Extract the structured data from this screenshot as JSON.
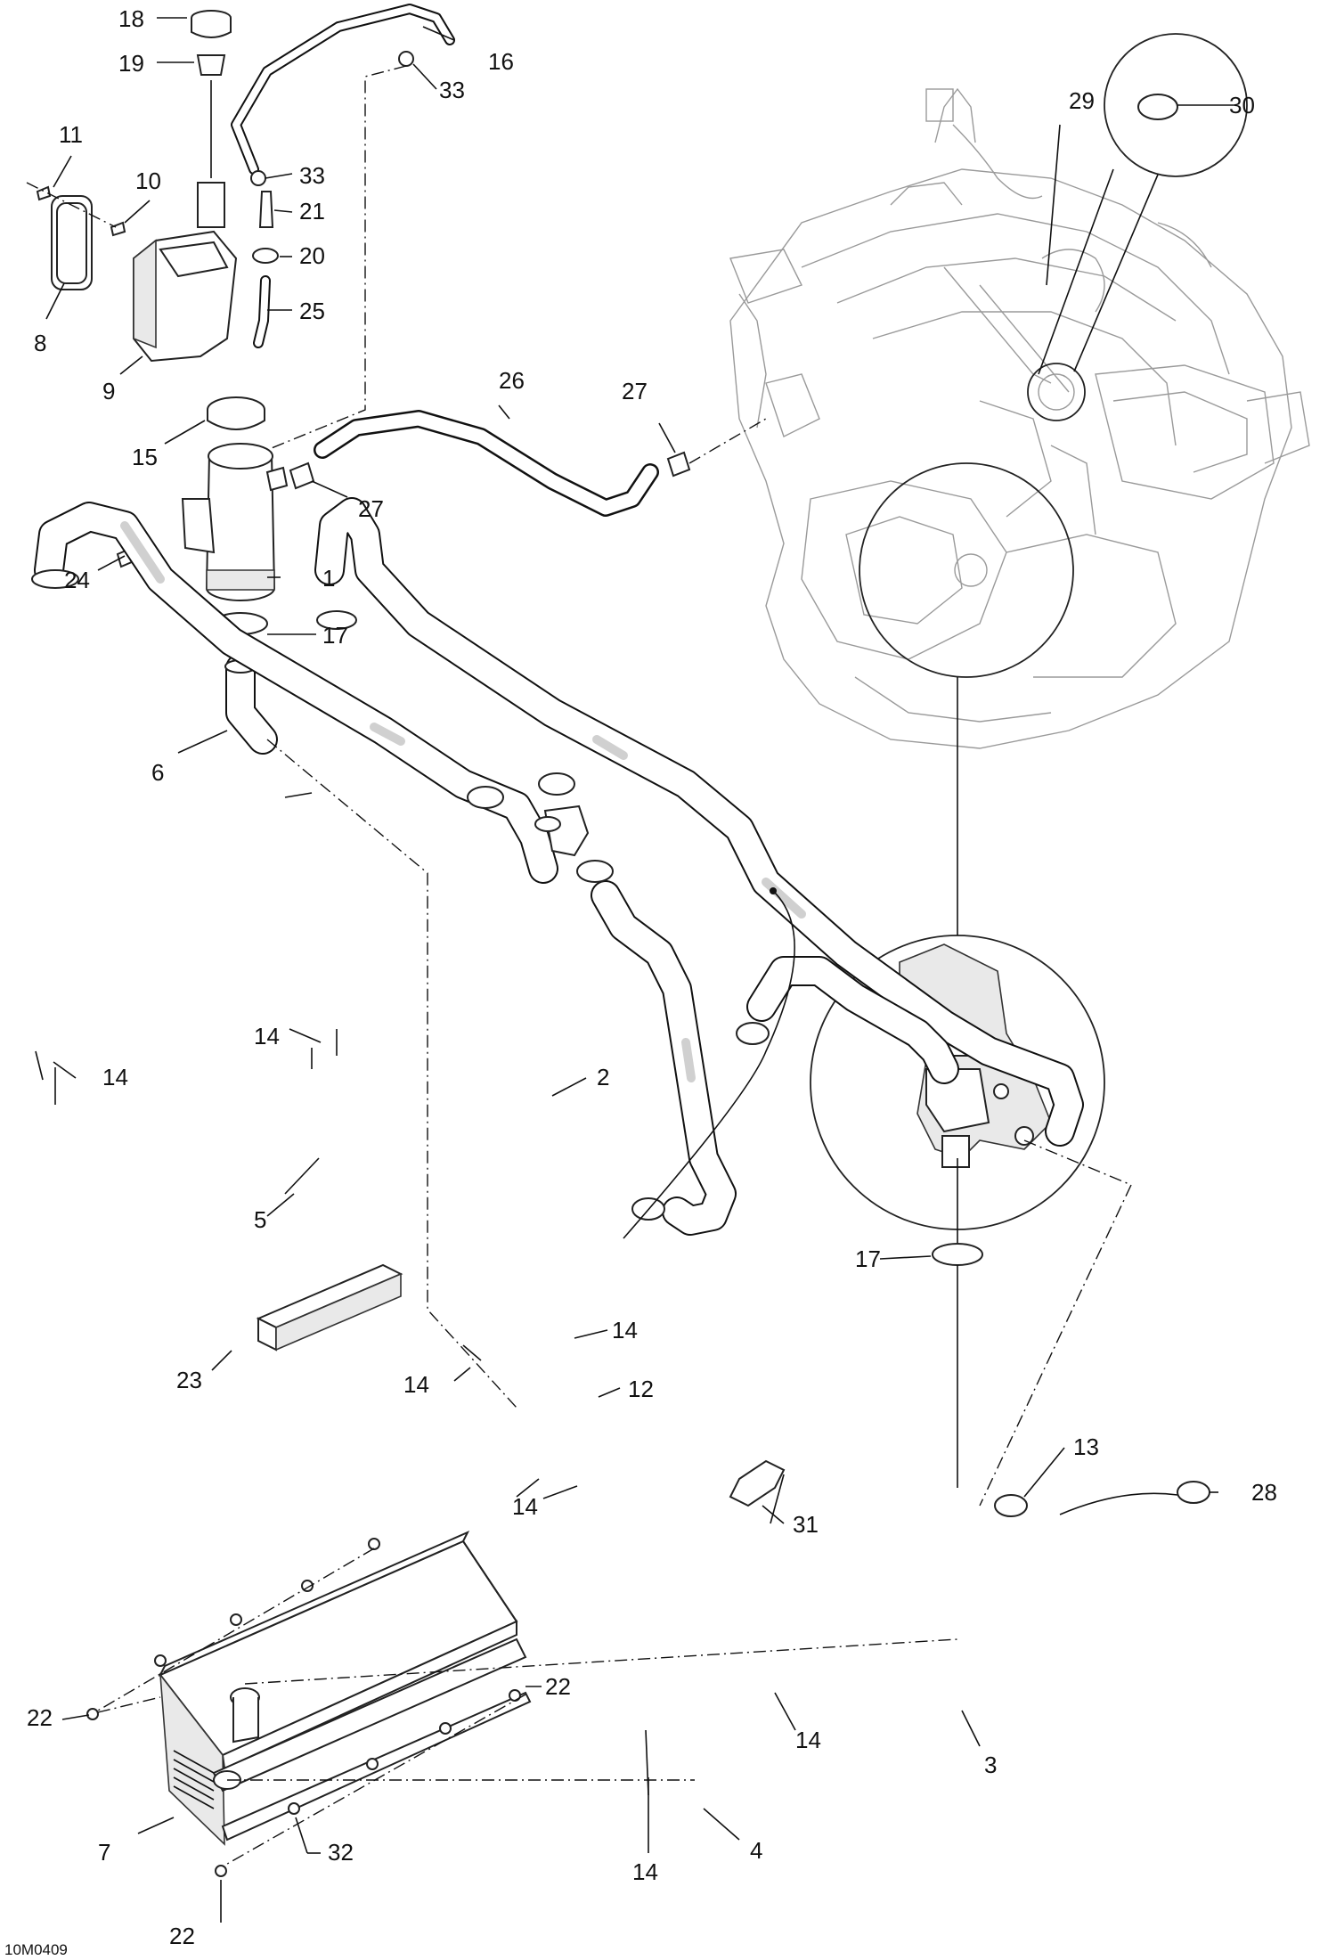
{
  "diagram": {
    "drawing_code": "10M0409",
    "callouts": [
      "1",
      "2",
      "3",
      "4",
      "5",
      "6",
      "7",
      "8",
      "9",
      "10",
      "11",
      "12",
      "13",
      "14",
      "15",
      "16",
      "17",
      "18",
      "19",
      "20",
      "21",
      "22",
      "23",
      "24",
      "25",
      "26",
      "27",
      "28",
      "29",
      "30",
      "31",
      "32",
      "33"
    ]
  }
}
